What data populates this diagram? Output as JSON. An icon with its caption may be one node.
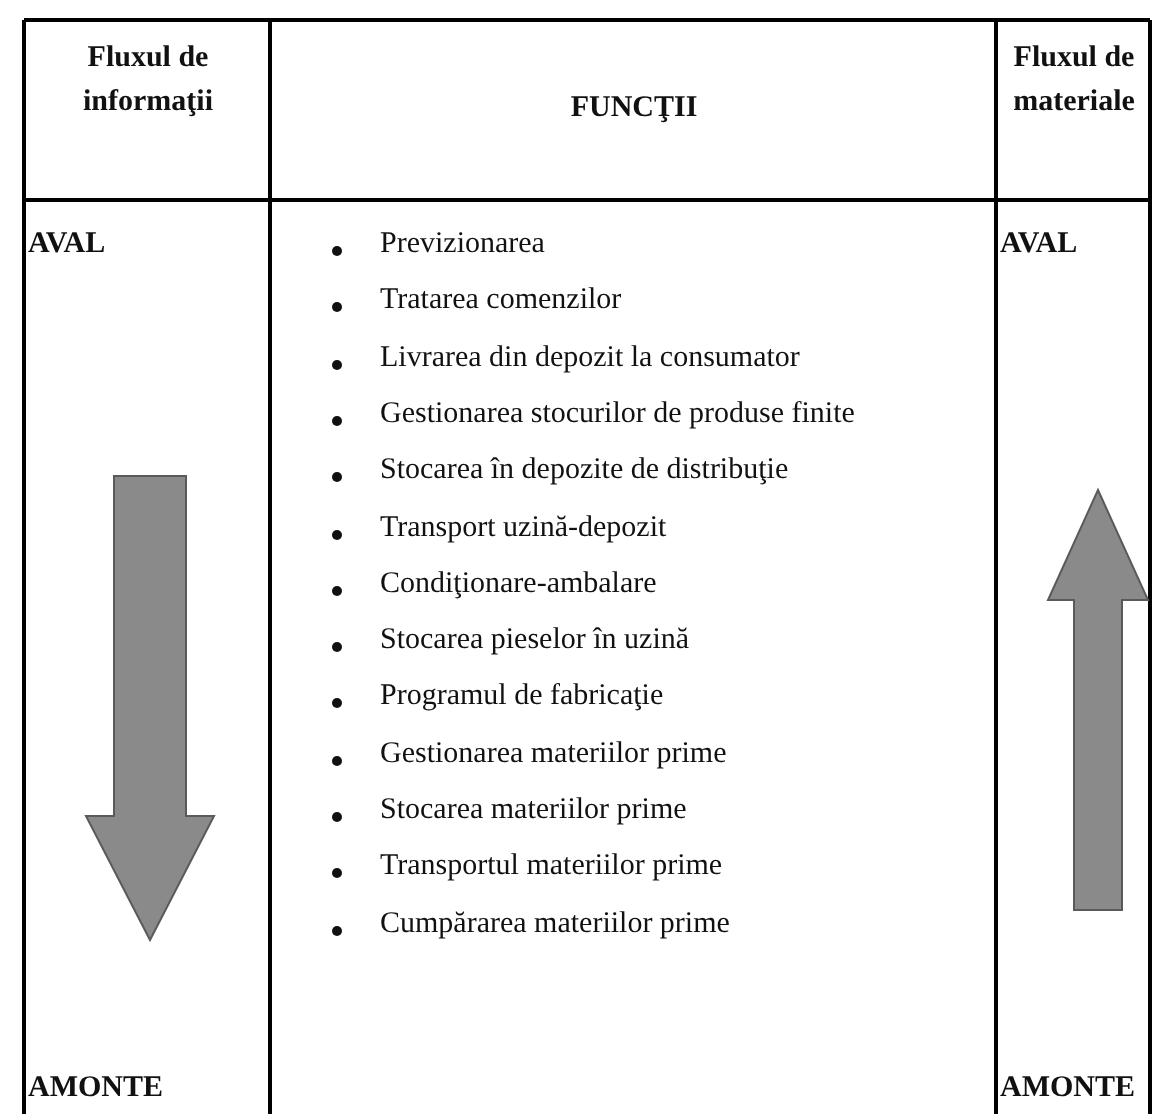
{
  "diagram": {
    "labels": [
      "Fluxul de informaţii",
      "FUNCŢII",
      "Fluxul de materiale",
      "AVAL",
      "Previzionarea",
      "Tratarea comenzilor",
      "Livrarea din depozit la consumator",
      "Gestionarea stocurilor de produse finite",
      "Stocarea în depozite de distribuţie",
      "Transport uzină-depozit",
      "Condiţionare-ambalare",
      "Stocarea pieselor în uzină",
      "Programul de fabricaţie",
      "Gestionarea materiilor prime",
      "Stocarea materiilor prime",
      "Transportul materiilor prime",
      "Cumpărarea materiilor prime",
      "AVAL",
      "AMONTE",
      "AMONTE"
    ]
  }
}
